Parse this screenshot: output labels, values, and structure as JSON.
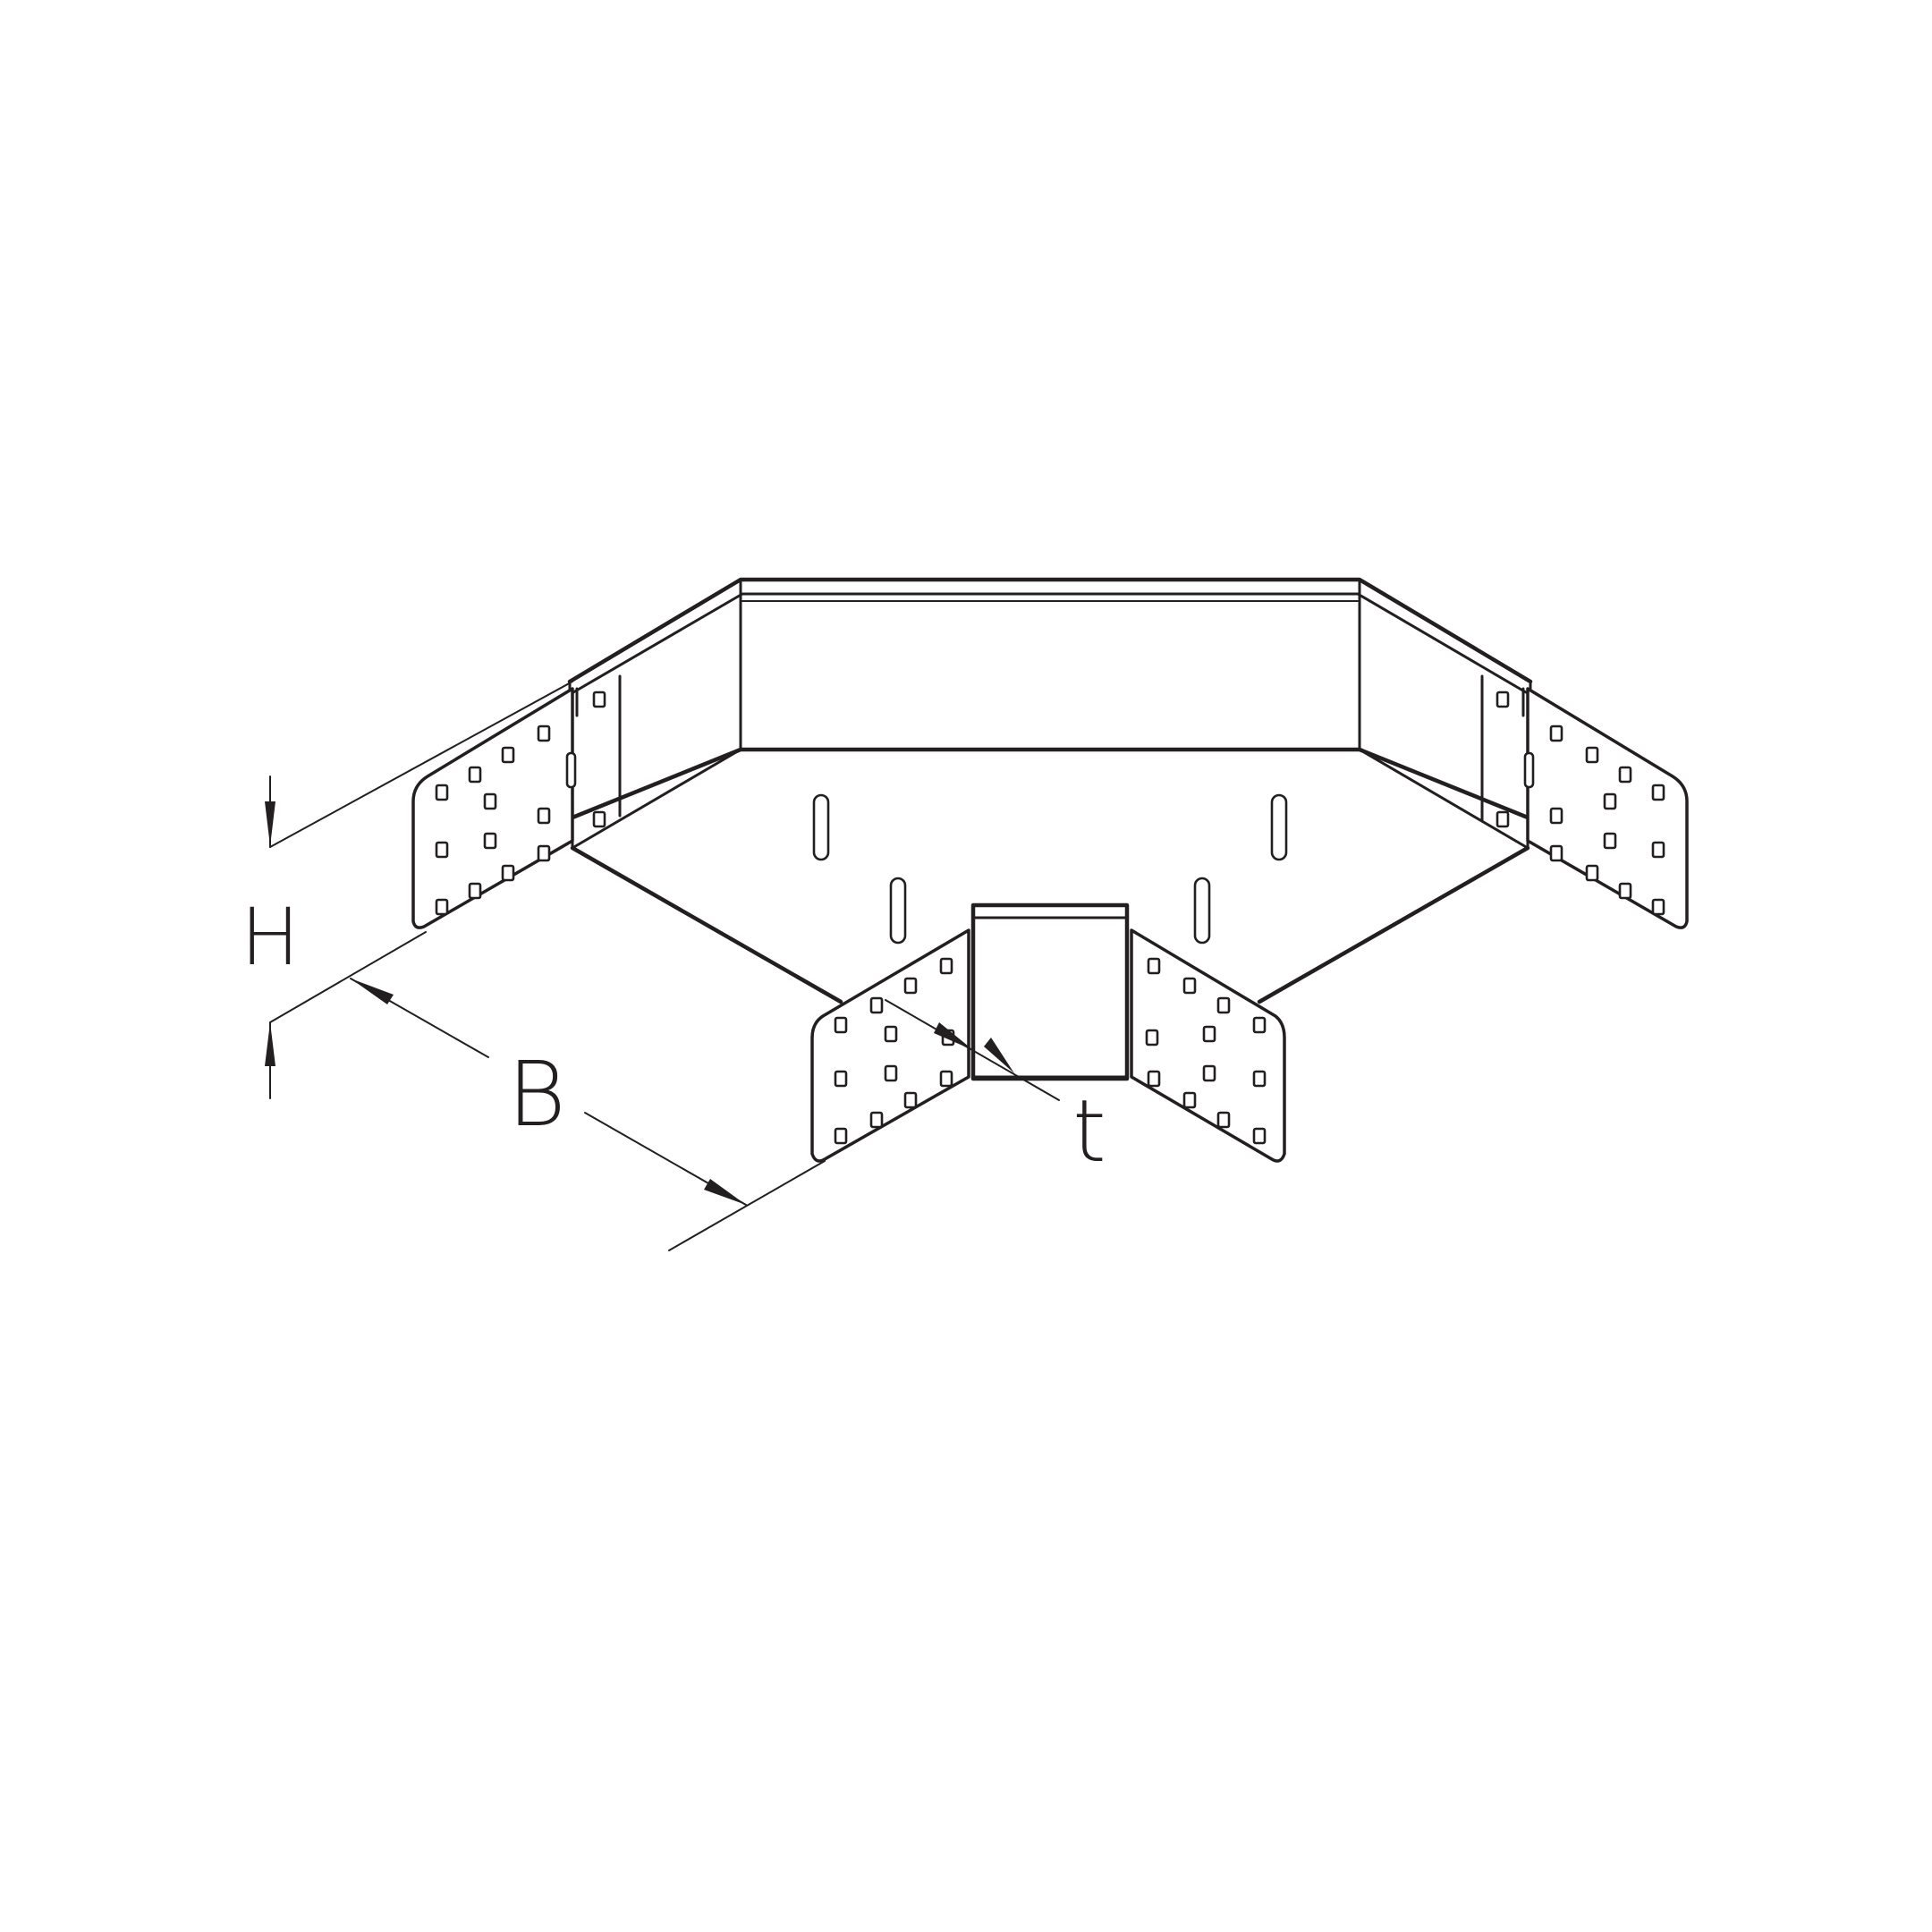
{
  "labels": {
    "height": "H",
    "width": "B",
    "thickness": "t"
  },
  "colors": {
    "line": "#231f20",
    "background": "#ffffff"
  }
}
